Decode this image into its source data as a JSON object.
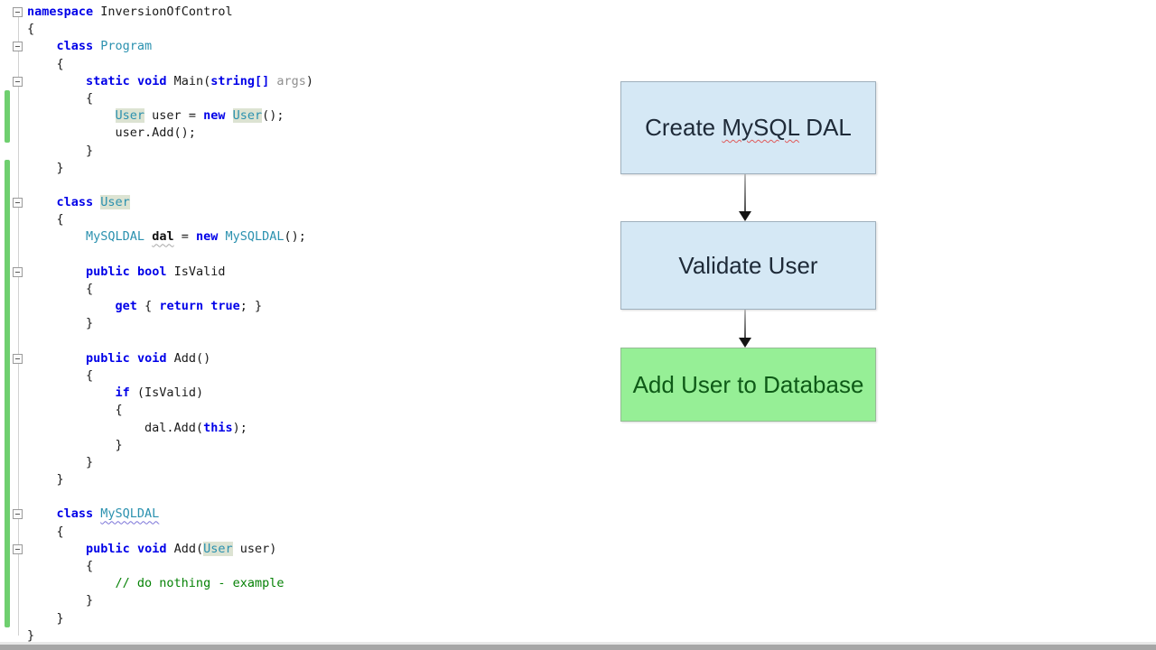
{
  "editor": {
    "language": "csharp",
    "colors": {
      "keyword": "#0000e8",
      "type": "#2b91af",
      "comment": "#068206",
      "parameter_dim": "#8f8f8f",
      "plain": "#1a1a1a",
      "reference_highlight_bg": "#dce3d2",
      "change_bar": "#6fcf6f"
    },
    "change_bars": [
      {
        "from_line": 6,
        "to_line": 8
      },
      {
        "from_line": 10,
        "to_line": 36
      }
    ],
    "lines": [
      {
        "indent": 0,
        "fold": true,
        "tokens": [
          [
            "kw",
            "namespace"
          ],
          [
            "plain",
            " InversionOfControl"
          ]
        ]
      },
      {
        "indent": 0,
        "tokens": [
          [
            "plain",
            "{"
          ]
        ]
      },
      {
        "indent": 4,
        "fold": true,
        "tokens": [
          [
            "kw",
            "class"
          ],
          [
            "plain",
            " "
          ],
          [
            "type",
            "Program"
          ]
        ]
      },
      {
        "indent": 4,
        "tokens": [
          [
            "plain",
            "{"
          ]
        ]
      },
      {
        "indent": 8,
        "fold": true,
        "tokens": [
          [
            "kw",
            "static"
          ],
          [
            "plain",
            " "
          ],
          [
            "kw",
            "void"
          ],
          [
            "plain",
            " Main("
          ],
          [
            "kw",
            "string[]"
          ],
          [
            "plain",
            " "
          ],
          [
            "dim",
            "args"
          ],
          [
            "plain",
            ")"
          ]
        ]
      },
      {
        "indent": 8,
        "tokens": [
          [
            "plain",
            "{"
          ]
        ]
      },
      {
        "indent": 12,
        "tokens": [
          [
            "typehl",
            "User"
          ],
          [
            "plain",
            " user = "
          ],
          [
            "kw",
            "new"
          ],
          [
            "plain",
            " "
          ],
          [
            "typehl",
            "User"
          ],
          [
            "plain",
            "();"
          ]
        ]
      },
      {
        "indent": 12,
        "tokens": [
          [
            "plain",
            "user.Add();"
          ]
        ]
      },
      {
        "indent": 8,
        "tokens": [
          [
            "plain",
            "}"
          ]
        ]
      },
      {
        "indent": 4,
        "tokens": [
          [
            "plain",
            "}"
          ]
        ]
      },
      {
        "indent": 0,
        "tokens": []
      },
      {
        "indent": 4,
        "fold": true,
        "tokens": [
          [
            "kw",
            "class"
          ],
          [
            "plain",
            " "
          ],
          [
            "typehl",
            "User"
          ]
        ]
      },
      {
        "indent": 4,
        "tokens": [
          [
            "plain",
            "{"
          ]
        ]
      },
      {
        "indent": 8,
        "tokens": [
          [
            "type",
            "MySQLDAL"
          ],
          [
            "plain",
            " "
          ],
          [
            "boldid",
            "dal"
          ],
          [
            "plain",
            " = "
          ],
          [
            "kw",
            "new"
          ],
          [
            "plain",
            " "
          ],
          [
            "type",
            "MySQLDAL"
          ],
          [
            "plain",
            "();"
          ]
        ]
      },
      {
        "indent": 0,
        "tokens": []
      },
      {
        "indent": 8,
        "fold": true,
        "tokens": [
          [
            "kw",
            "public"
          ],
          [
            "plain",
            " "
          ],
          [
            "kw",
            "bool"
          ],
          [
            "plain",
            " IsValid"
          ]
        ]
      },
      {
        "indent": 8,
        "tokens": [
          [
            "plain",
            "{"
          ]
        ]
      },
      {
        "indent": 12,
        "tokens": [
          [
            "kw",
            "get"
          ],
          [
            "plain",
            " { "
          ],
          [
            "kw",
            "return"
          ],
          [
            "plain",
            " "
          ],
          [
            "kw",
            "true"
          ],
          [
            "plain",
            "; }"
          ]
        ]
      },
      {
        "indent": 8,
        "tokens": [
          [
            "plain",
            "}"
          ]
        ]
      },
      {
        "indent": 0,
        "tokens": []
      },
      {
        "indent": 8,
        "fold": true,
        "tokens": [
          [
            "kw",
            "public"
          ],
          [
            "plain",
            " "
          ],
          [
            "kw",
            "void"
          ],
          [
            "plain",
            " Add()"
          ]
        ]
      },
      {
        "indent": 8,
        "tokens": [
          [
            "plain",
            "{"
          ]
        ]
      },
      {
        "indent": 12,
        "tokens": [
          [
            "kw",
            "if"
          ],
          [
            "plain",
            " (IsValid)"
          ]
        ]
      },
      {
        "indent": 12,
        "tokens": [
          [
            "plain",
            "{"
          ]
        ]
      },
      {
        "indent": 16,
        "tokens": [
          [
            "plain",
            "dal.Add("
          ],
          [
            "kw",
            "this"
          ],
          [
            "plain",
            ");"
          ]
        ]
      },
      {
        "indent": 12,
        "tokens": [
          [
            "plain",
            "}"
          ]
        ]
      },
      {
        "indent": 8,
        "tokens": [
          [
            "plain",
            "}"
          ]
        ]
      },
      {
        "indent": 4,
        "tokens": [
          [
            "plain",
            "}"
          ]
        ]
      },
      {
        "indent": 0,
        "tokens": []
      },
      {
        "indent": 4,
        "fold": true,
        "tokens": [
          [
            "kw",
            "class"
          ],
          [
            "plain",
            " "
          ],
          [
            "typeul",
            "MySQLDAL"
          ]
        ]
      },
      {
        "indent": 4,
        "tokens": [
          [
            "plain",
            "{"
          ]
        ]
      },
      {
        "indent": 8,
        "fold": true,
        "tokens": [
          [
            "kw",
            "public"
          ],
          [
            "plain",
            " "
          ],
          [
            "kw",
            "void"
          ],
          [
            "plain",
            " Add("
          ],
          [
            "typehl",
            "User"
          ],
          [
            "plain",
            " user)"
          ]
        ]
      },
      {
        "indent": 8,
        "tokens": [
          [
            "plain",
            "{"
          ]
        ]
      },
      {
        "indent": 12,
        "tokens": [
          [
            "comment",
            "// do nothing - example"
          ]
        ]
      },
      {
        "indent": 8,
        "tokens": [
          [
            "plain",
            "}"
          ]
        ]
      },
      {
        "indent": 4,
        "tokens": [
          [
            "plain",
            "}"
          ]
        ]
      },
      {
        "indent": 0,
        "tokens": [
          [
            "plain",
            "}"
          ]
        ]
      }
    ]
  },
  "flowchart": {
    "nodes": [
      {
        "id": "create-mysql-dal",
        "label": "Create MySQL DAL",
        "label_prefix": "Create ",
        "label_misspelled": "MySQL",
        "label_suffix": " DAL",
        "fill": "#d5e8f5",
        "text_color": "#1e2a38"
      },
      {
        "id": "validate-user",
        "label": "Validate User",
        "fill": "#d5e8f5",
        "text_color": "#1e2a38"
      },
      {
        "id": "add-user-to-database",
        "label": "Add User to Database",
        "fill": "#96ef96",
        "text_color": "#0e5a17"
      }
    ],
    "edges": [
      {
        "from": "create-mysql-dal",
        "to": "validate-user"
      },
      {
        "from": "validate-user",
        "to": "add-user-to-database"
      }
    ]
  },
  "bottom_bar": {
    "track_color": "#a6a6a6"
  }
}
